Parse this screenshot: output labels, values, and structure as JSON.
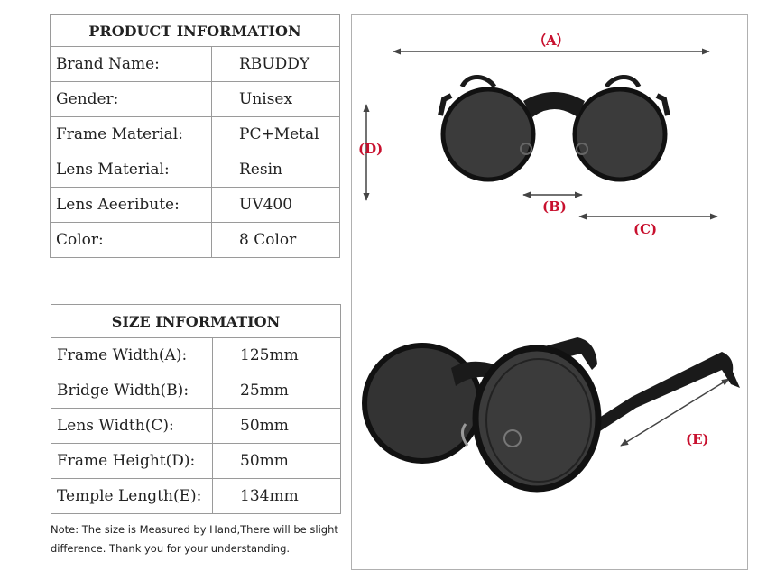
{
  "product_info": {
    "title": "PRODUCT INFORMATION",
    "rows": [
      {
        "label": "Brand Name:",
        "value": "RBUDDY"
      },
      {
        "label": "Gender:",
        "value": "Unisex"
      },
      {
        "label": "Frame Material:",
        "value": "PC+Metal"
      },
      {
        "label": "Lens Material:",
        "value": "Resin"
      },
      {
        "label": "Lens Aeeribute:",
        "value": "UV400"
      },
      {
        "label": "Color:",
        "value": "8 Color"
      }
    ]
  },
  "size_info": {
    "title": "SIZE INFORMATION",
    "rows": [
      {
        "label": "Frame Width(A):",
        "value": "125mm"
      },
      {
        "label": "Bridge Width(B):",
        "value": "25mm"
      },
      {
        "label": "Lens Width(C):",
        "value": "50mm"
      },
      {
        "label": "Frame Height(D):",
        "value": "50mm"
      },
      {
        "label": "Temple Length(E):",
        "value": "134mm"
      }
    ]
  },
  "note": "Note: The size is Measured by Hand,There will be slight difference. Thank you for your understanding.",
  "dimensions": {
    "a": "（A）",
    "b": "(B)",
    "c": "(C)",
    "d": "(D)",
    "e": "(E)"
  },
  "colors": {
    "accent": "#c8102e",
    "border": "#9a9a9a",
    "frame": "#1a1a1a",
    "lens": "#3b3b3b"
  }
}
